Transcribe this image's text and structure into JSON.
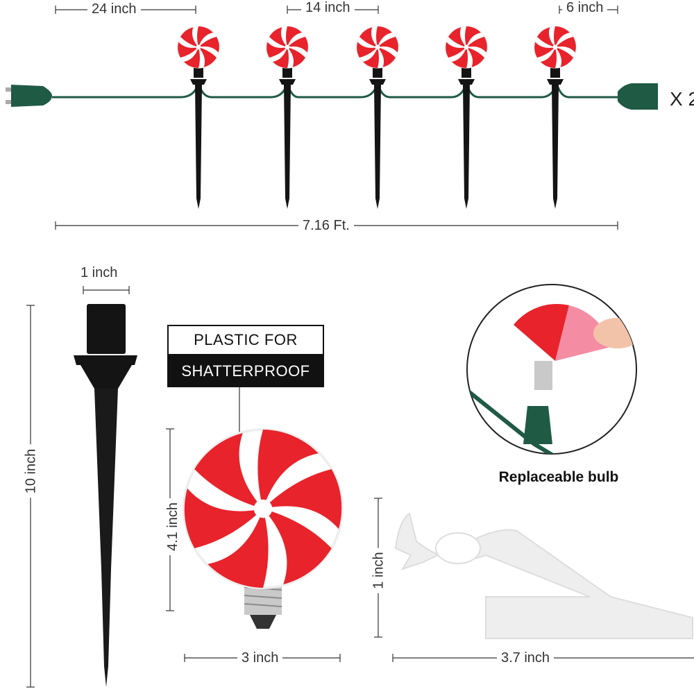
{
  "dimensions": {
    "candy_spacing": "24 inch",
    "stake_spacing": "14 inch",
    "end_lead": "6 inch",
    "total_length": "7.16 Ft.",
    "stake_top_width": "1 inch",
    "stake_height": "10 inch",
    "bulb_height": "4.1 inch",
    "bulb_width": "3 inch",
    "clip_height": "1 inch",
    "clip_width": "3.7 inch"
  },
  "labels": {
    "plastic_top": "PLASTIC FOR",
    "plastic_bottom": "SHATTERPROOF",
    "replaceable": "Replaceable bulb",
    "quantity_marker": "X 2"
  },
  "colors": {
    "candy_red": "#e8232b",
    "candy_white": "#ffffff",
    "cord_green": "#1f5a45",
    "stake_black": "#141414",
    "label_black": "#111111"
  },
  "icons": {
    "light": "peppermint-candy-light",
    "stake": "ground-stake",
    "clip": "gutter-clip",
    "plug": "cord-plug"
  }
}
